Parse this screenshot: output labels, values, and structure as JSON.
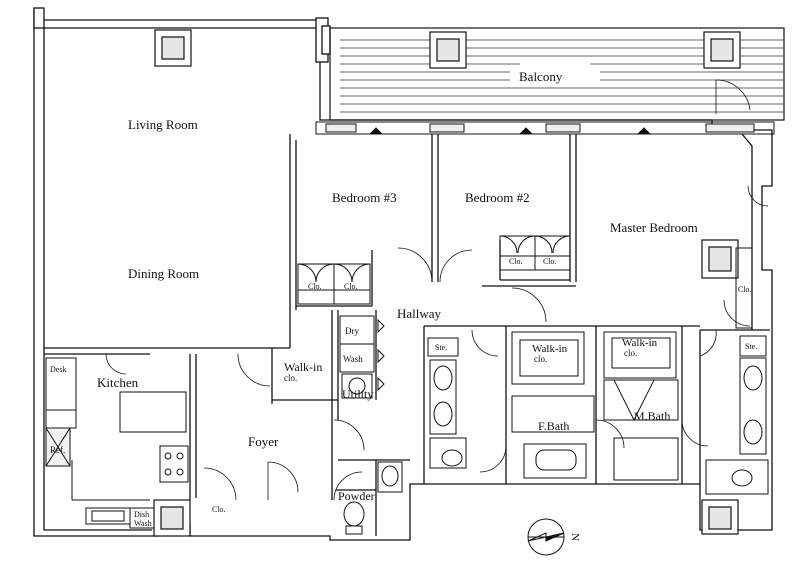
{
  "plan": {
    "rooms": {
      "balcony": "Balcony",
      "living_room": "Living Room",
      "dining_room": "Dining Room",
      "bedroom3": "Bedroom #3",
      "bedroom2": "Bedroom #2",
      "master_bedroom": "Master Bedroom",
      "hallway": "Hallway",
      "kitchen": "Kitchen",
      "foyer": "Foyer",
      "walk_in": "Walk-in",
      "walk_in_sub": "clo.",
      "walk_in2": "Walk-in",
      "walk_in2_sub": "clo.",
      "walk_in3": "Walk-in",
      "walk_in3_sub": "clo.",
      "f_bath": "F.Bath",
      "m_bath": "M.Bath",
      "powder": "Powder",
      "utility": "Utility"
    },
    "fixtures": {
      "clo_b3_a": "Clo.",
      "clo_b3_b": "Clo.",
      "clo_b2_a": "Clo.",
      "clo_b2_b": "Clo.",
      "clo_master": "Clo.",
      "clo_foyer": "Clo.",
      "dry": "Dry",
      "wash": "Wash",
      "ste_left": "Ste.",
      "ste_right": "Ste.",
      "desk": "Desk",
      "ref": "Ref.",
      "dish": "Dish",
      "wash_kitchen": "Wash"
    },
    "compass": {
      "north_label": "N"
    }
  }
}
